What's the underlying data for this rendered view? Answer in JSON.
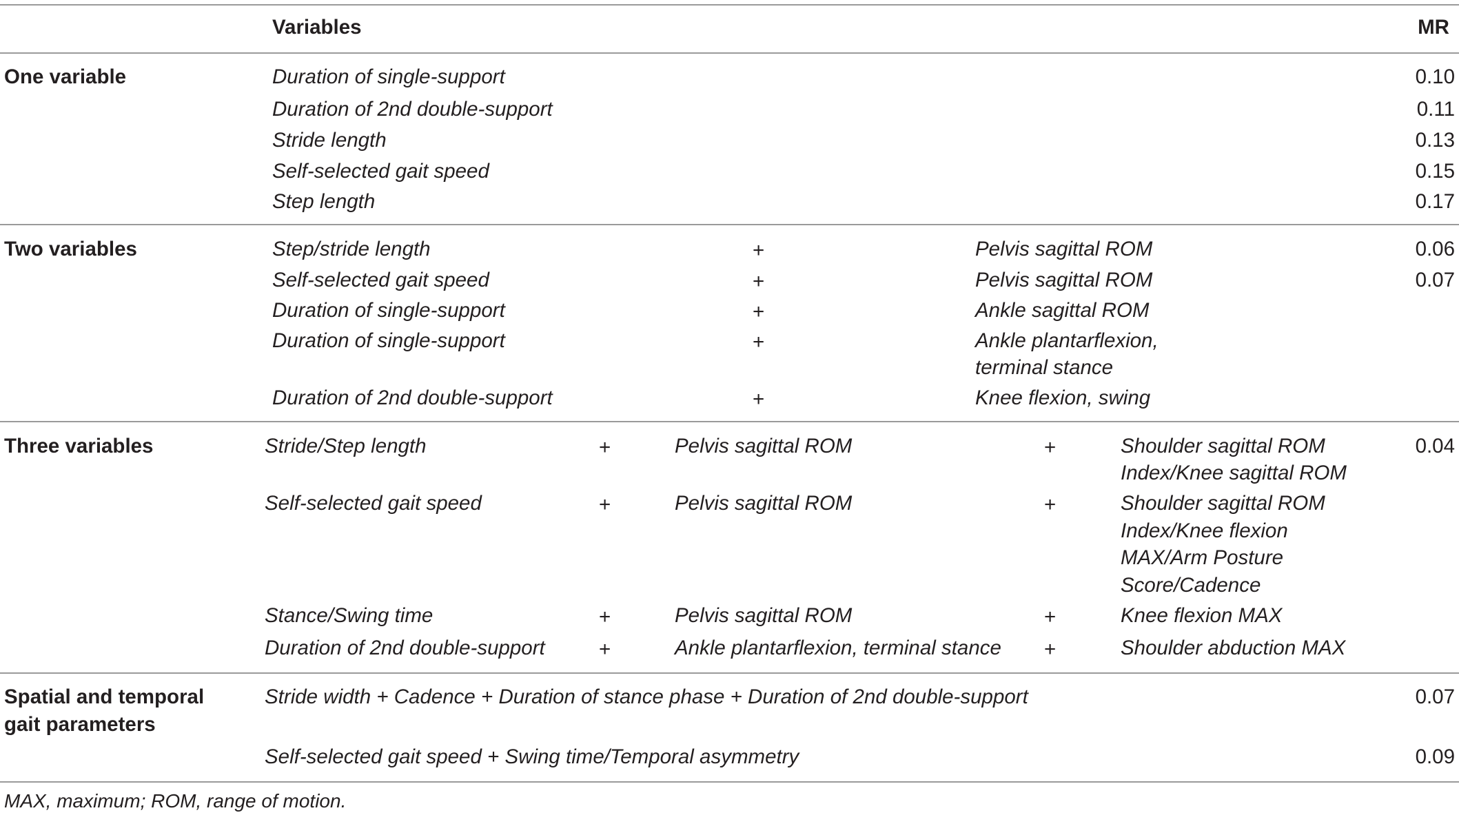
{
  "header": {
    "variables": "Variables",
    "mr": "MR"
  },
  "sections": {
    "one": {
      "label": "One variable",
      "rows": [
        {
          "v1": "Duration of single-support",
          "mr": "0.10"
        },
        {
          "v1": "Duration of 2nd double-support",
          "mr": "0.11"
        },
        {
          "v1": "Stride length",
          "mr": "0.13"
        },
        {
          "v1": "Self-selected gait speed",
          "mr": "0.15"
        },
        {
          "v1": "Step length",
          "mr": "0.17"
        }
      ]
    },
    "two": {
      "label": "Two variables",
      "rows": [
        {
          "v1": "Step/stride length",
          "op": "+",
          "v2": "Pelvis sagittal ROM",
          "mr": "0.06"
        },
        {
          "v1": "Self-selected gait speed",
          "op": "+",
          "v2": "Pelvis sagittal ROM",
          "mr": "0.07"
        },
        {
          "v1": "Duration of single-support",
          "op": "+",
          "v2": "Ankle sagittal ROM",
          "mr": ""
        },
        {
          "v1": "Duration of single-support",
          "op": "+",
          "v2_l1": "Ankle plantarflexion,",
          "v2_l2": "terminal stance",
          "mr": ""
        },
        {
          "v1": "Duration of 2nd double-support",
          "op": "+",
          "v2": "Knee flexion, swing",
          "mr": ""
        }
      ]
    },
    "three": {
      "label": "Three variables",
      "rows": [
        {
          "v1": "Stride/Step length",
          "op1": "+",
          "v2": "Pelvis sagittal ROM",
          "op2": "+",
          "v3_l1": "Shoulder sagittal ROM",
          "v3_l2": "Index/Knee sagittal ROM",
          "mr": "0.04"
        },
        {
          "v1": "Self-selected gait speed",
          "op1": "+",
          "v2": "Pelvis sagittal ROM",
          "op2": "+",
          "v3_l1": "Shoulder sagittal ROM",
          "v3_l2": "Index/Knee flexion",
          "v3_l3": "MAX/Arm Posture",
          "v3_l4": "Score/Cadence",
          "mr": ""
        },
        {
          "v1": "Stance/Swing time",
          "op1": "+",
          "v2": "Pelvis sagittal ROM",
          "op2": "+",
          "v3_l1": "Knee flexion MAX",
          "mr": ""
        },
        {
          "v1": "Duration of 2nd double-support",
          "op1": "+",
          "v2": "Ankle plantarflexion, terminal stance",
          "op2": "+",
          "v3_l1": "Shoulder abduction MAX",
          "mr": ""
        }
      ]
    },
    "spatial": {
      "label_l1": "Spatial and temporal",
      "label_l2": "gait parameters",
      "rows": [
        {
          "expr": "Stride width + Cadence + Duration of stance phase + Duration of 2nd double-support",
          "mr": "0.07"
        },
        {
          "expr": "Self-selected gait speed + Swing time/Temporal asymmetry",
          "mr": "0.09"
        }
      ]
    }
  },
  "footnote": "MAX, maximum; ROM, range of motion."
}
